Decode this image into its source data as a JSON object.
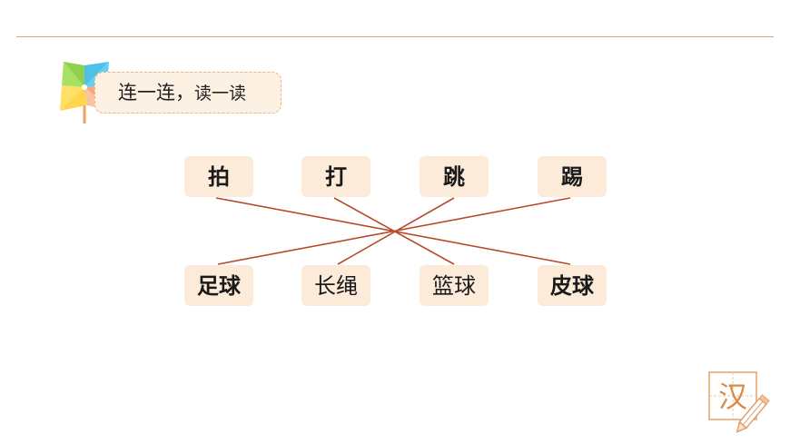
{
  "header": {
    "instruction_part1": "连一连，",
    "instruction_part2": "读一读"
  },
  "verbs": [
    "拍",
    "打",
    "跳",
    "踢"
  ],
  "nouns": [
    "足球",
    "长绳",
    "篮球",
    "皮球"
  ],
  "matches": [
    {
      "verb": "拍",
      "noun": "皮球"
    },
    {
      "verb": "打",
      "noun": "篮球"
    },
    {
      "verb": "跳",
      "noun": "长绳"
    },
    {
      "verb": "踢",
      "noun": "足球"
    }
  ],
  "logo": {
    "character": "汉"
  },
  "colors": {
    "accent_orange": "#f0a060",
    "card_fill": "#fcebd9",
    "match_line": "#b84a2a"
  }
}
